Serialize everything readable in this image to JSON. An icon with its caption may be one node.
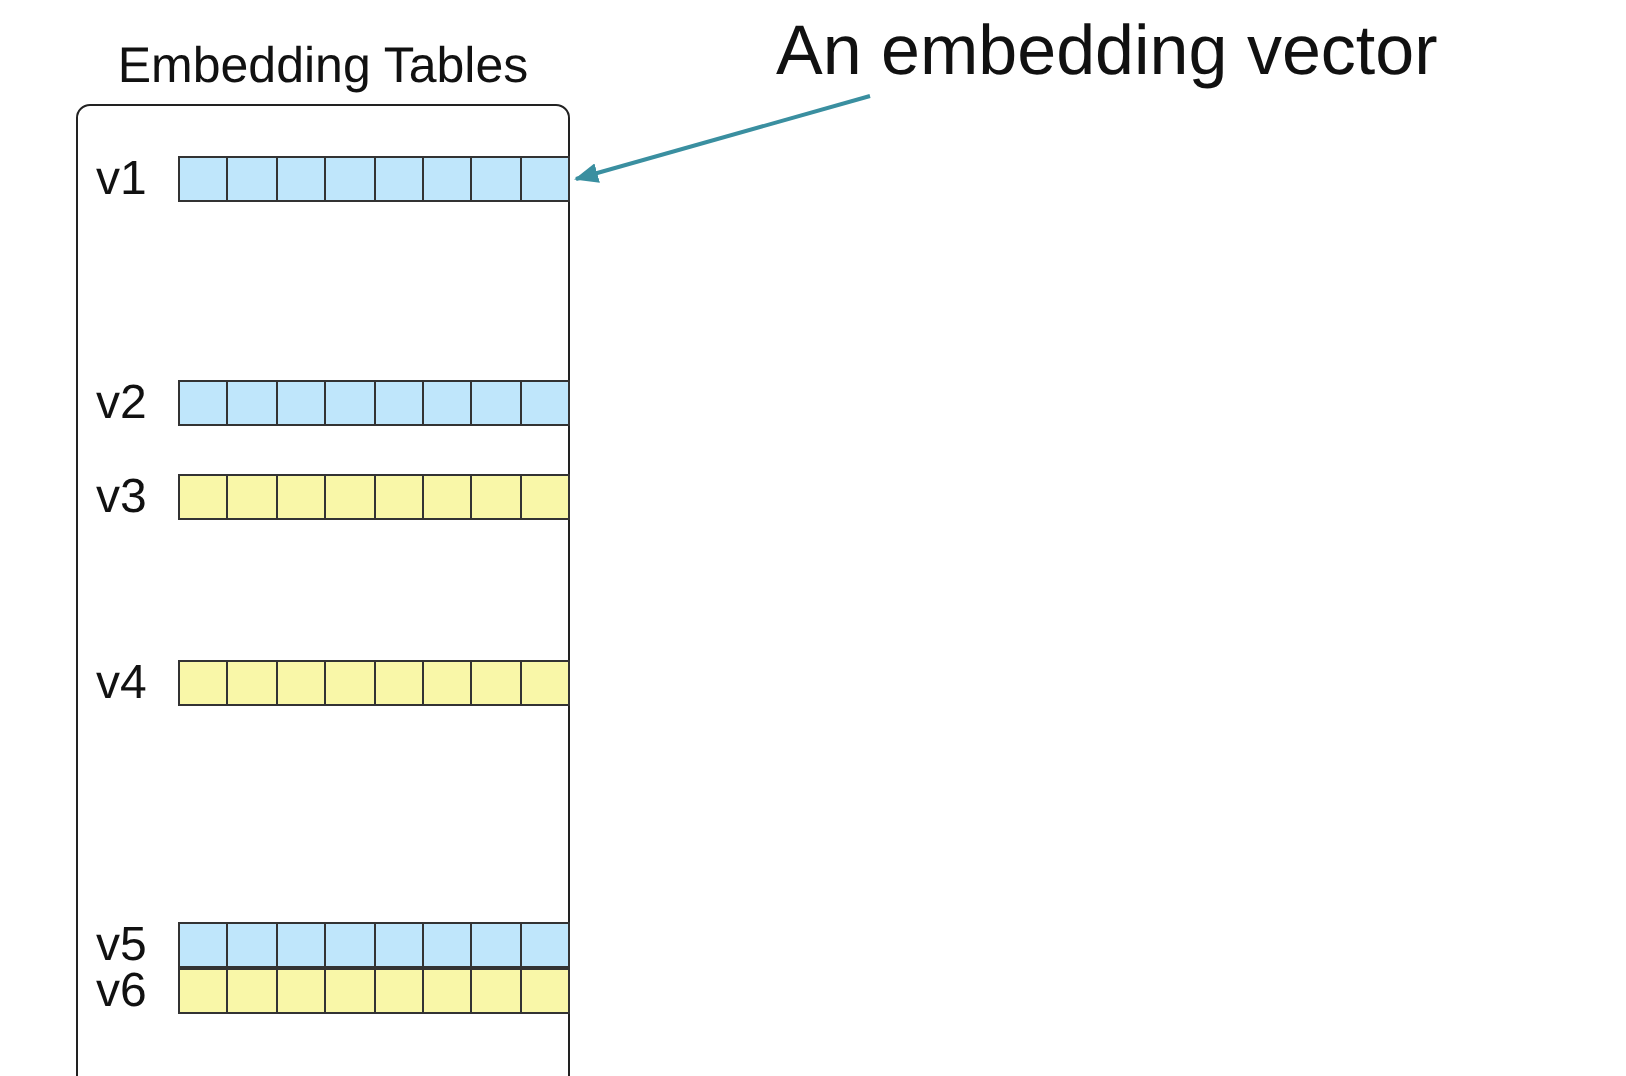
{
  "diagram": {
    "nodes": [
      {
        "text": [
          "Embedding Tables"
        ]
      },
      {
        "text": [
          "v1"
        ],
        "in": 0
      },
      {
        "text": [
          "v2"
        ],
        "in": 0
      },
      {
        "text": [
          "v3"
        ],
        "in": 0
      },
      {
        "text": [
          "v4"
        ],
        "in": 0
      },
      {
        "text": [
          "v5"
        ],
        "in": 0
      },
      {
        "text": [
          "v6"
        ],
        "in": 0
      },
      {
        "text": [
          "An embedding vector"
        ]
      }
    ],
    "edges": [
      {
        "from": 7,
        "to": 1,
        "arrow": "to"
      }
    ]
  }
}
